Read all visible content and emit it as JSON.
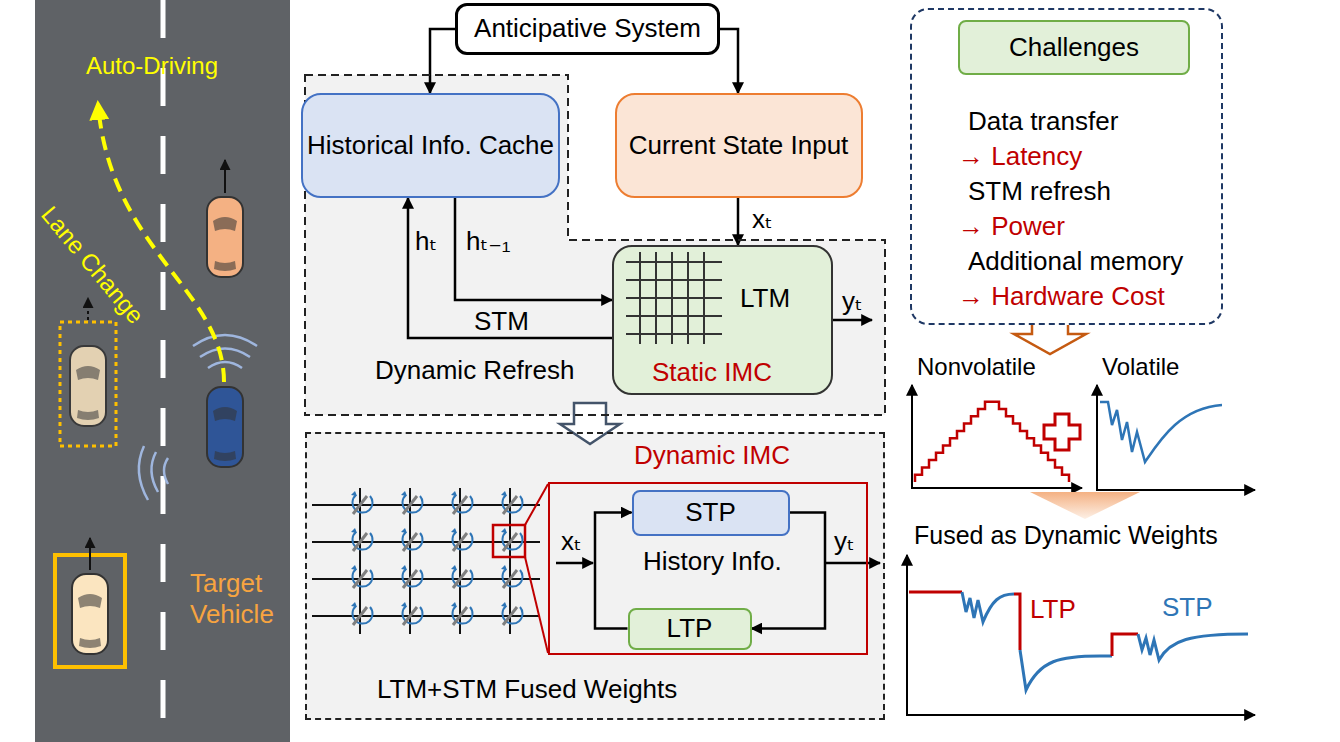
{
  "diagram": {
    "nodes": [
      {
        "text": [
          "Anticipative System"
        ]
      },
      {
        "text": [
          "Dynamic Refresh"
        ]
      },
      {
        "text": [
          "Historical Info. Cache"
        ],
        "in": 1
      },
      {
        "text": [
          "Current State Input"
        ]
      },
      {
        "text": [
          "LTM",
          "Static IMC"
        ],
        "in": 1
      },
      {
        "text": [
          "LTM+STM Fused Weights"
        ]
      },
      {
        "text": [
          "Dynamic IMC"
        ],
        "in": 5
      },
      {
        "text": [
          "STP"
        ],
        "in": 6
      },
      {
        "text": [
          "LTP"
        ],
        "in": 6
      },
      {
        "text": [
          "Data transfer",
          "→ Latency",
          "STM refresh",
          "→ Power",
          "Additional memory",
          "→ Hardware Cost"
        ]
      },
      {
        "text": [
          "Challenges"
        ],
        "in": 9
      }
    ],
    "edges": [
      {
        "from": 0,
        "to": 2,
        "arrow": "to"
      },
      {
        "from": 0,
        "to": 3,
        "arrow": "to"
      },
      {
        "from": 2,
        "to": 4,
        "label": "hₜ₋₁",
        "arrow": "to"
      },
      {
        "from": 3,
        "to": 4,
        "label": "xₜ",
        "arrow": "to"
      },
      {
        "from": 4,
        "to": 2,
        "label": "STM",
        "arrow": "to"
      },
      {
        "from": 1,
        "to": 5,
        "arrow": "to"
      },
      {
        "from": 8,
        "to": 7,
        "arrow": "to"
      },
      {
        "from": 7,
        "to": 8,
        "arrow": "to"
      }
    ],
    "labels": [
      "Auto-Driving",
      "Lane Change",
      "Target Vehicle",
      "hₜ",
      "yₜ",
      "xₜ",
      "History Info.",
      "yₜ",
      "Nonvolatile",
      "Volatile",
      "Fused as Dynamic Weights",
      "LTP",
      "STP"
    ]
  }
}
